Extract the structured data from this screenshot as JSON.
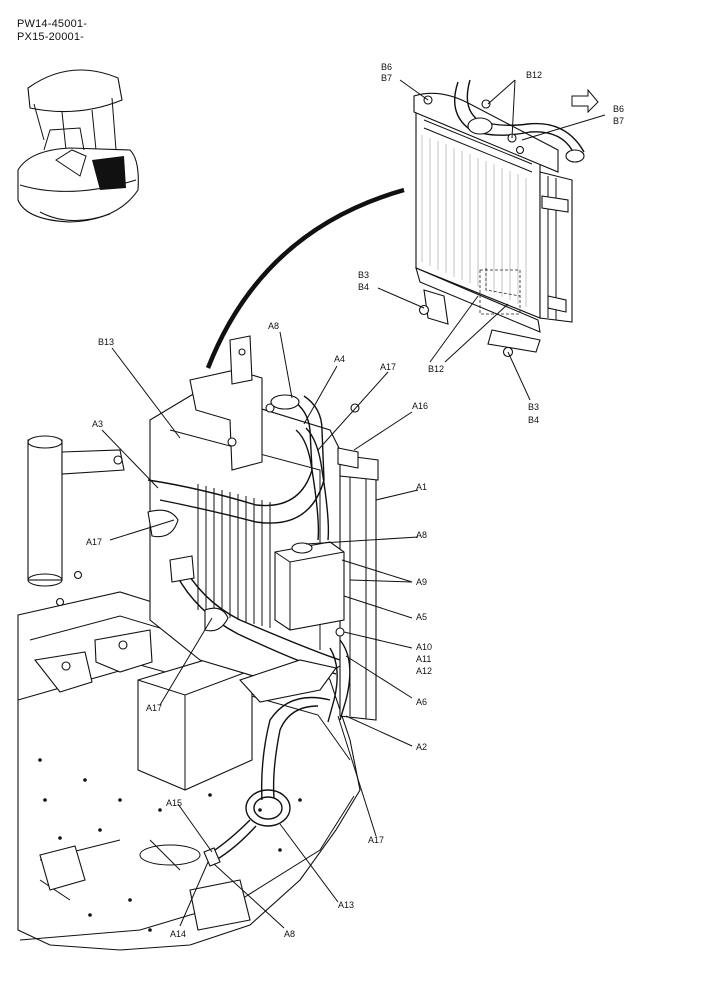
{
  "serials": [
    "PW14-45001-",
    "PX15-20001-"
  ],
  "callouts": {
    "B6a": "B6",
    "B7a": "B7",
    "B12a": "B12",
    "B6b": "B6",
    "B7b": "B7",
    "B3a": "B3",
    "B4a": "B4",
    "B12b": "B12",
    "B3b": "B3",
    "B4b": "B4",
    "B13": "B13",
    "A8a": "A8",
    "A4": "A4",
    "A17a": "A17",
    "A16": "A16",
    "A3": "A3",
    "A1": "A1",
    "A17b": "A17",
    "A8b": "A8",
    "A9": "A9",
    "A5": "A5",
    "A10": "A10",
    "A11": "A11",
    "A12": "A12",
    "A6": "A6",
    "A17c": "A17",
    "A2": "A2",
    "A17d": "A17",
    "A15": "A15",
    "A13": "A13",
    "A14": "A14",
    "A8c": "A8"
  }
}
